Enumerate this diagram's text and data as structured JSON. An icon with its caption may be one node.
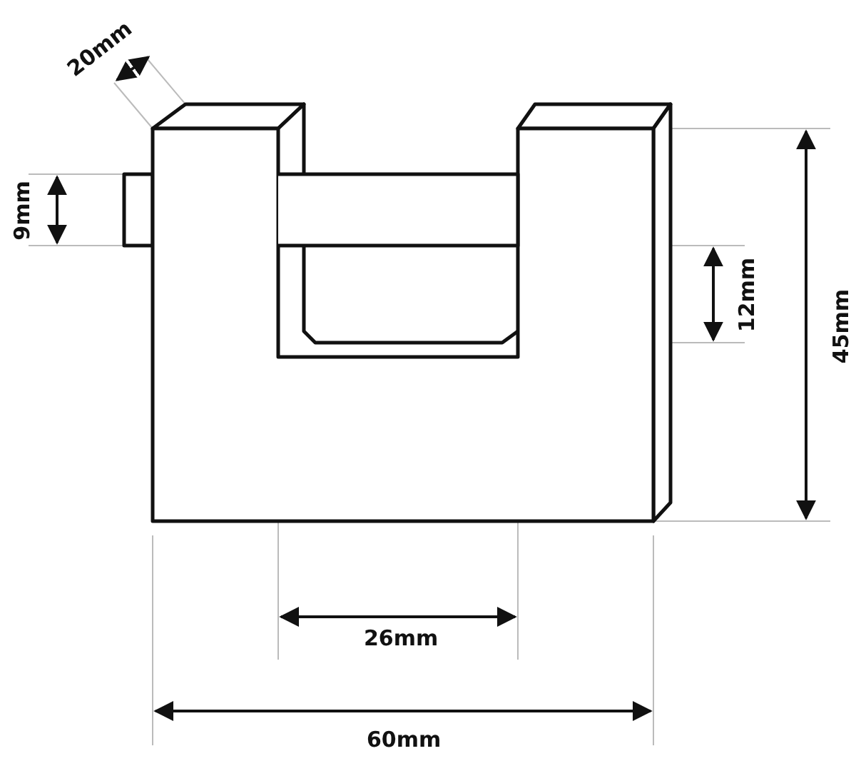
{
  "diagram": {
    "labels": [
      "20mm",
      "9mm",
      "12mm",
      "45mm",
      "26mm",
      "60mm"
    ]
  }
}
